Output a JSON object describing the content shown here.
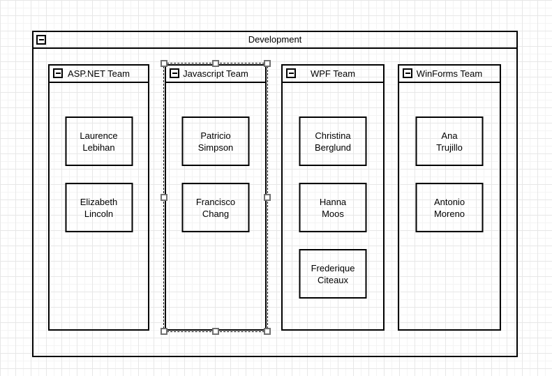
{
  "root": {
    "title": "Development",
    "collapse_icon": "minus-square"
  },
  "teams": [
    {
      "title": "ASP.NET Team",
      "collapse_icon": "minus-square",
      "selected": false,
      "members": [
        "Laurence\nLebihan",
        "Elizabeth\nLincoln"
      ]
    },
    {
      "title": "Javascript Team",
      "collapse_icon": "minus-square",
      "selected": true,
      "members": [
        "Patricio\nSimpson",
        "Francisco\nChang"
      ]
    },
    {
      "title": "WPF Team",
      "collapse_icon": "minus-square",
      "selected": false,
      "members": [
        "Christina\nBerglund",
        "Hanna\nMoos",
        "Frederique\nCiteaux"
      ]
    },
    {
      "title": "WinForms Team",
      "collapse_icon": "minus-square",
      "selected": false,
      "members": [
        "Ana\nTrujillo",
        "Antonio\nMoreno"
      ]
    }
  ],
  "selection": {
    "target": "Javascript Team",
    "handles": [
      "nw",
      "n",
      "ne",
      "w",
      "e",
      "sw",
      "s",
      "se"
    ],
    "handle_fill": "#ffffff",
    "handle_border": "#6f6f6f",
    "outline_style": "dashed"
  },
  "colors": {
    "shape_border": "#000000",
    "text": "#000000",
    "background": "#ffffff",
    "grid_major": "#e7e7e7",
    "grid_minor": "#f4f4f4"
  }
}
